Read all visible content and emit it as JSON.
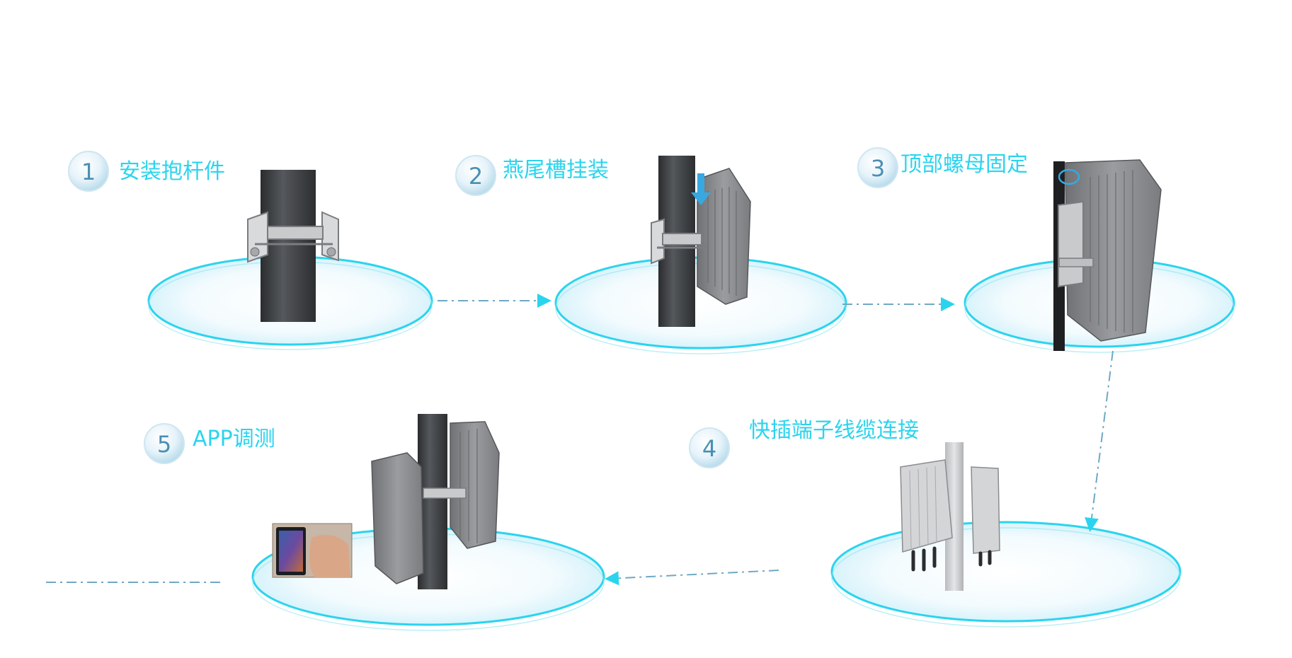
{
  "steps": [
    {
      "number": "1",
      "label": "安装抱杆件"
    },
    {
      "number": "2",
      "label": "燕尾槽挂装"
    },
    {
      "number": "3",
      "label": "顶部螺母固定"
    },
    {
      "number": "4",
      "label": "快插端子线缆连接"
    },
    {
      "number": "5",
      "label": "APP调测"
    }
  ],
  "colors": {
    "accent": "#2bd4ee",
    "badge_text": "#4a8fb2",
    "pole": "#3d3f42",
    "equipment": "#8b8d90",
    "flow_line": "#6fa8c4"
  }
}
